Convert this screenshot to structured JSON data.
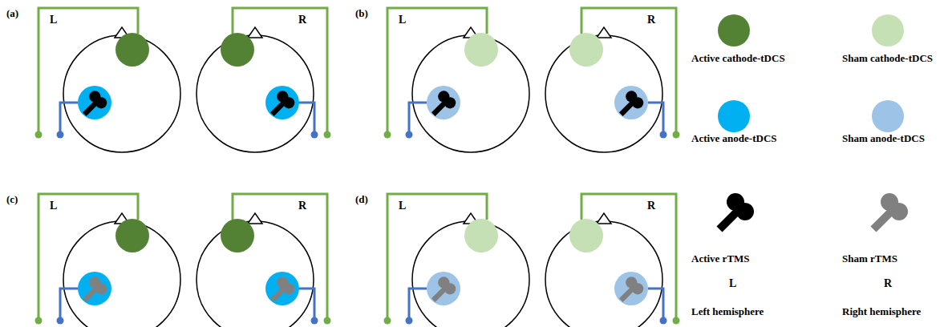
{
  "diagram": {
    "labels": [
      "(a)",
      "L",
      "R",
      "(b)",
      "L",
      "R",
      "(c)",
      "L",
      "R",
      "(d)",
      "L",
      "R",
      "L",
      "R",
      "Left hemisphere",
      "Right hemisphere"
    ],
    "legend": [
      {
        "text": "Active cathode-tDCS",
        "color": "#548235"
      },
      {
        "text": "Sham cathode-tDCS",
        "color": "#c5e0b4"
      },
      {
        "text": "Active anode-tDCS",
        "color": "#00b0f0"
      },
      {
        "text": "Sham anode-tDCS",
        "color": "#9dc3e6"
      },
      {
        "text": "Active rTMS"
      },
      {
        "text": "Sham rTMS"
      }
    ]
  }
}
